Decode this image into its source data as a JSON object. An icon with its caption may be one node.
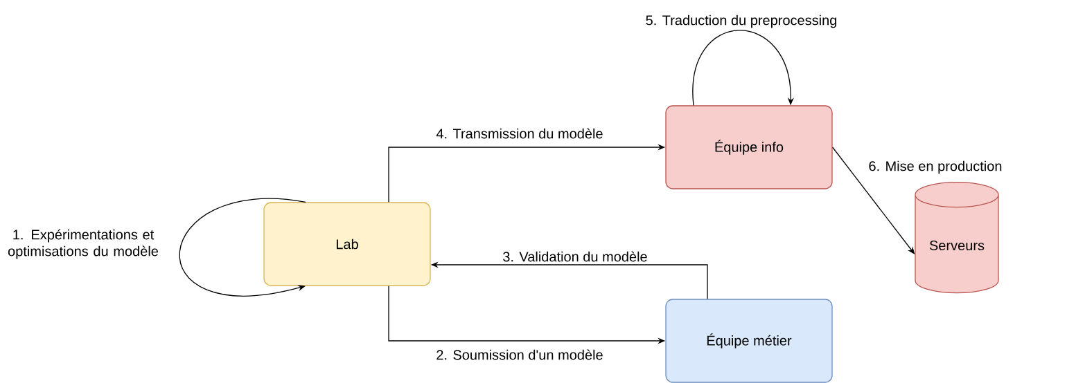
{
  "diagram": {
    "nodes": [
      {
        "text": [
          "Lab"
        ]
      },
      {
        "text": [
          "Équipe info"
        ]
      },
      {
        "text": [
          "Équipe métier"
        ]
      },
      {
        "text": [
          "Serveurs"
        ]
      }
    ],
    "edges": [
      {
        "from": 0,
        "to": 0,
        "arrow": "to",
        "label": "1. Expérimentations et optimisations du modèle"
      },
      {
        "from": 0,
        "to": 2,
        "arrow": "to",
        "label": "2. Soumission d'un modèle"
      },
      {
        "from": 2,
        "to": 0,
        "arrow": "to",
        "label": "3. Validation du modèle"
      },
      {
        "from": 0,
        "to": 1,
        "arrow": "to",
        "label": "4. Transmission du modèle"
      },
      {
        "from": 1,
        "to": 1,
        "arrow": "to",
        "label": "5. Traduction du preprocessing"
      },
      {
        "from": 1,
        "to": 3,
        "arrow": "to",
        "label": "6. Mise en production"
      }
    ]
  }
}
